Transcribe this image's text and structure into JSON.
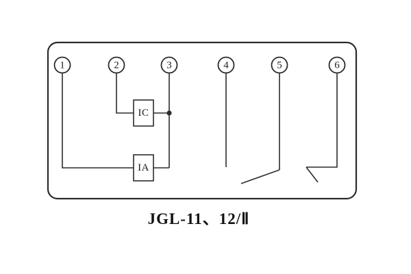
{
  "diagram": {
    "title_caption": "JGL-11、12/Ⅱ",
    "terminals": [
      {
        "label": "1"
      },
      {
        "label": "2"
      },
      {
        "label": "3"
      },
      {
        "label": "4"
      },
      {
        "label": "5"
      },
      {
        "label": "6"
      }
    ],
    "components": [
      {
        "label": "IC"
      },
      {
        "label": "IA"
      }
    ],
    "colors": {
      "line": "#2b2b2b",
      "background": "#ffffff"
    }
  }
}
